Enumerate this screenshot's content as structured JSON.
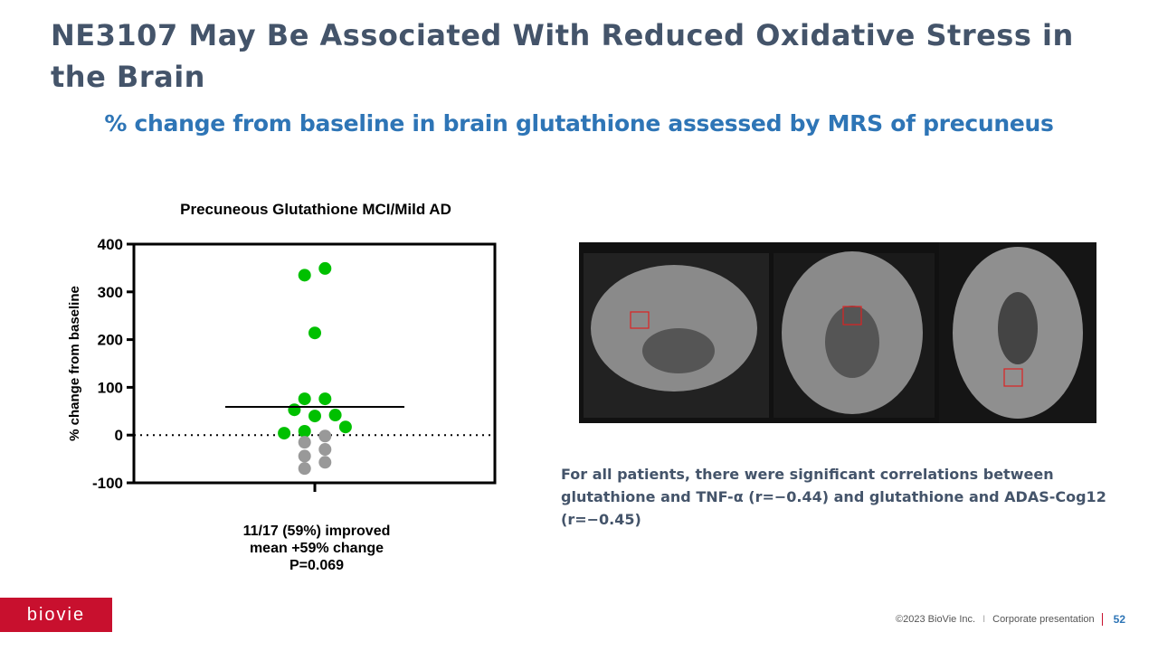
{
  "title": "NE3107 May Be Associated With Reduced Oxidative Stress in the Brain",
  "subtitle": "% change from baseline in brain glutathione assessed by MRS of precuneus",
  "chart_data": {
    "type": "scatter",
    "title": "Precuneous Glutathione MCI/Mild AD",
    "ylabel": "% change from baseline",
    "ylim": [
      -100,
      400
    ],
    "yticks": [
      400,
      300,
      200,
      100,
      0,
      -100
    ],
    "reference_line": 0,
    "mean": 59,
    "colors": {
      "improved": "#00c000",
      "not_improved": "#999999",
      "mean_line": "#000000"
    },
    "points": [
      {
        "y": 335,
        "col": -1,
        "group": "improved"
      },
      {
        "y": 349,
        "col": 1,
        "group": "improved"
      },
      {
        "y": 214,
        "col": 0,
        "group": "improved"
      },
      {
        "y": 76,
        "col": -1,
        "group": "improved"
      },
      {
        "y": 76,
        "col": 1,
        "group": "improved"
      },
      {
        "y": 53,
        "col": -2,
        "group": "improved"
      },
      {
        "y": 40,
        "col": 0,
        "group": "improved"
      },
      {
        "y": 42,
        "col": 2,
        "group": "improved"
      },
      {
        "y": 17,
        "col": 3,
        "group": "improved"
      },
      {
        "y": 4,
        "col": -3,
        "group": "improved"
      },
      {
        "y": 8,
        "col": -1,
        "group": "improved"
      },
      {
        "y": -2,
        "col": 1,
        "group": "not_improved"
      },
      {
        "y": -15,
        "col": -1,
        "group": "not_improved"
      },
      {
        "y": -30,
        "col": 1,
        "group": "not_improved"
      },
      {
        "y": -44,
        "col": -1,
        "group": "not_improved"
      },
      {
        "y": -57,
        "col": 1,
        "group": "not_improved"
      },
      {
        "y": -70,
        "col": -1,
        "group": "not_improved"
      }
    ]
  },
  "summary": [
    "11/17 (59%) improved",
    "mean +59% change",
    "P=0.069"
  ],
  "note": "For all patients, there were significant correlations between glutathione and TNF-α (r=−0.44) and glutathione and ADAS-Cog12 (r=−0.45)",
  "logo": "biovie",
  "footer": {
    "copyright": "©2023 BioVie Inc.",
    "sep": "I",
    "label": "Corporate presentation",
    "page": "52"
  }
}
